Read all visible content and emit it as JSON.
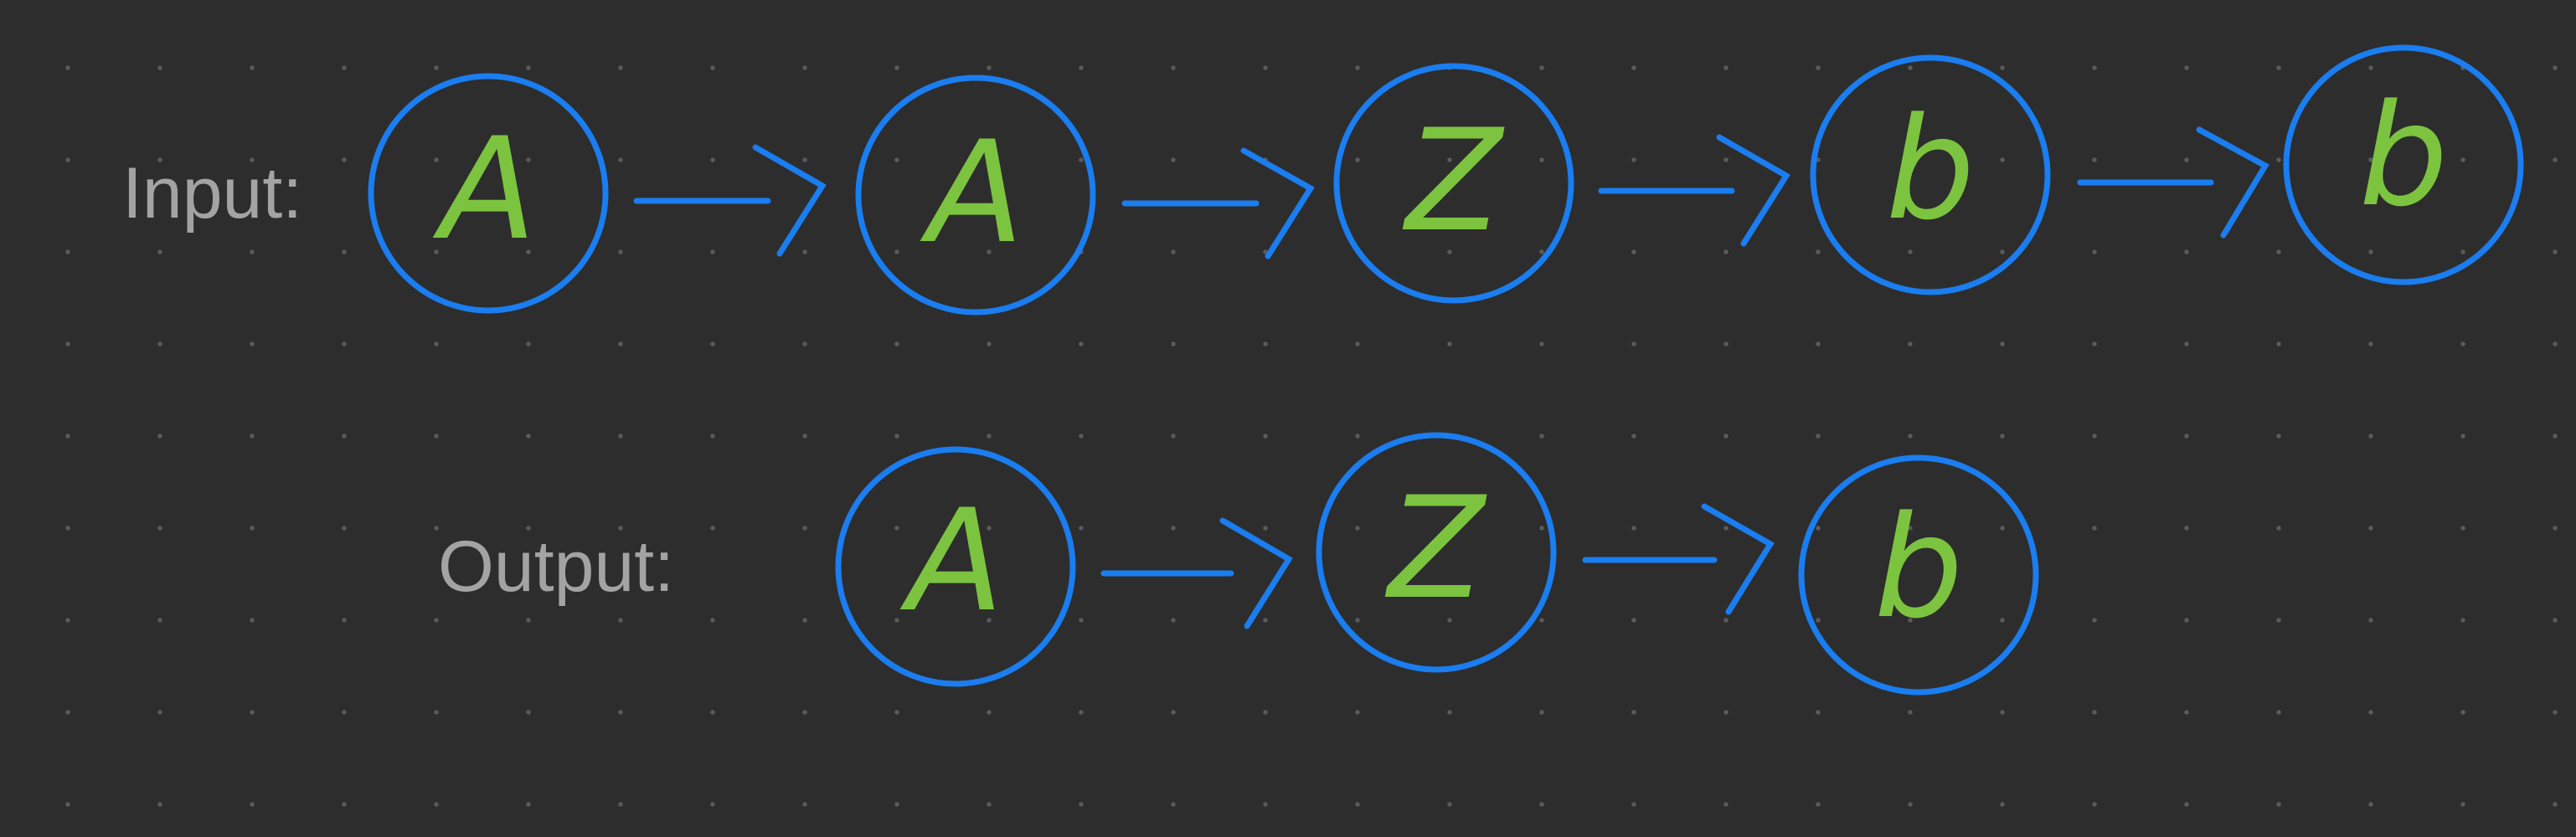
{
  "diagram": {
    "input_label": "Input:",
    "output_label": "Output:",
    "input_nodes": [
      "A",
      "A",
      "Z",
      "b",
      "b"
    ],
    "output_nodes": [
      "A",
      "Z",
      "b"
    ]
  },
  "colors": {
    "background": "#2d2d2d",
    "node_stroke": "#1a7df0",
    "node_text": "#7cc43f",
    "label_text": "#a3a3a3"
  }
}
